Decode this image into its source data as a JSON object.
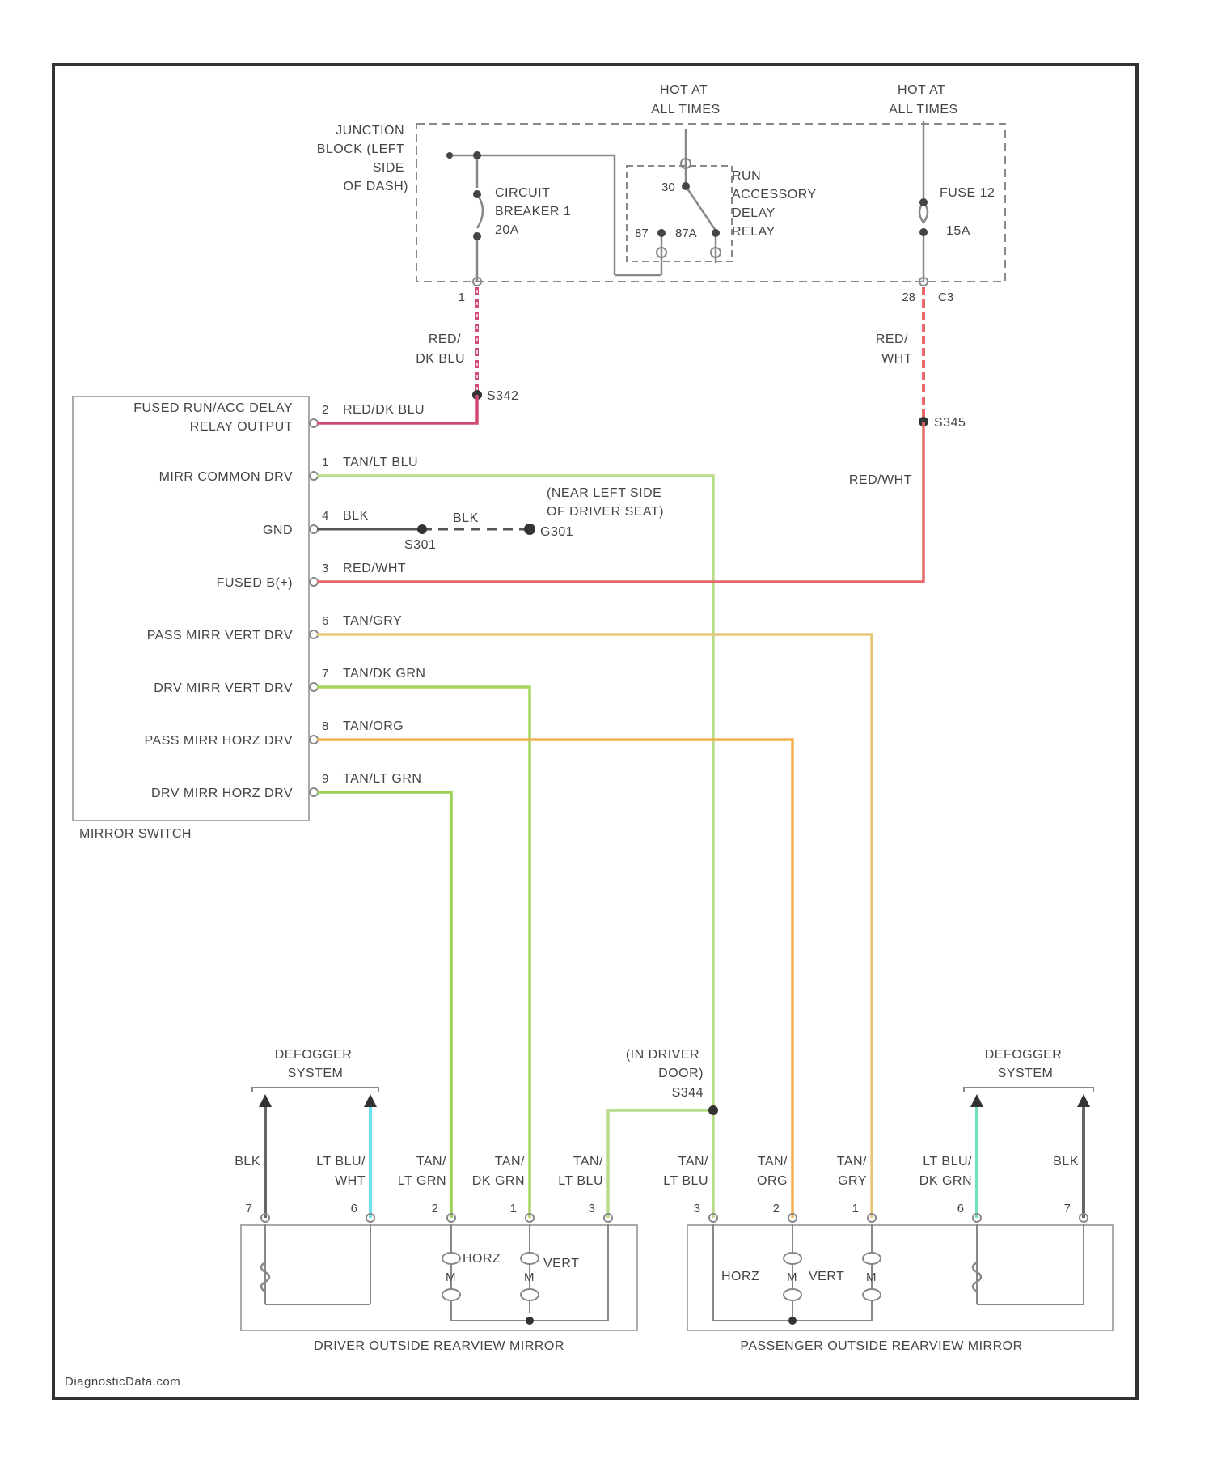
{
  "colors": {
    "frame": "#333333",
    "component": "#888888",
    "red_blu": "#d04a74",
    "lt_blu": "#b8dc8a",
    "blk": "#555555",
    "red_wht": "#e86868",
    "gry": "#e8c878",
    "dk_grn": "#a8d460",
    "org": "#f0b050",
    "lt_grn": "#9ad050",
    "wht_cyan": "#70e0f0",
    "dkgrn_cyan": "#70e0c0"
  },
  "junction": {
    "label": [
      "JUNCTION",
      "BLOCK (LEFT",
      "SIDE",
      "OF DASH)"
    ],
    "hot1": [
      "HOT AT",
      "ALL TIMES"
    ],
    "hot2": [
      "HOT AT",
      "ALL TIMES"
    ],
    "cb": [
      "CIRCUIT",
      "BREAKER 1",
      "20A"
    ],
    "relay": [
      "RUN",
      "ACCESSORY",
      "DELAY",
      "RELAY"
    ],
    "relay_p30": "30",
    "relay_p87": "87",
    "relay_p87a": "87A",
    "fuse": [
      "FUSE 12",
      "15A"
    ],
    "pin_c1": "1",
    "pin_c3a": "28",
    "pin_c3b": "C3"
  },
  "upper_wires": {
    "red_dkblu": [
      "RED/",
      "DK BLU"
    ],
    "red_wht": [
      "RED/",
      "WHT"
    ],
    "splice1": "S342",
    "splice2": "S345",
    "red_wht_long": "RED/WHT"
  },
  "switch": {
    "title": "MIRROR SWITCH",
    "pins": [
      {
        "label": [
          "FUSED RUN/ACC DELAY",
          "RELAY OUTPUT"
        ],
        "pin": "2",
        "wire": "RED/DK BLU"
      },
      {
        "label": [
          "MIRR COMMON DRV"
        ],
        "pin": "1",
        "wire": "TAN/LT BLU"
      },
      {
        "label": [
          "GND"
        ],
        "pin": "4",
        "wire": "BLK"
      },
      {
        "label": [
          "FUSED B(+)"
        ],
        "pin": "3",
        "wire": "RED/WHT"
      },
      {
        "label": [
          "PASS MIRR VERT DRV"
        ],
        "pin": "6",
        "wire": "TAN/GRY"
      },
      {
        "label": [
          "DRV MIRR VERT DRV"
        ],
        "pin": "7",
        "wire": "TAN/DK GRN"
      },
      {
        "label": [
          "PASS MIRR HORZ DRV"
        ],
        "pin": "8",
        "wire": "TAN/ORG"
      },
      {
        "label": [
          "DRV MIRR HORZ DRV"
        ],
        "pin": "9",
        "wire": "TAN/LT GRN"
      }
    ],
    "gnd_blk": "BLK",
    "gnd_splice": "S301",
    "ground_note": [
      "(NEAR LEFT SIDE",
      "OF DRIVER SEAT)"
    ],
    "ground_id": "G301"
  },
  "lower": {
    "defog_left": [
      "DEFOGGER",
      "SYSTEM"
    ],
    "defog_right": [
      "DEFOGGER",
      "SYSTEM"
    ],
    "door_note": [
      "(IN DRIVER",
      "DOOR)"
    ],
    "door_splice": "S344",
    "driver_mirror": {
      "title": "DRIVER OUTSIDE REARVIEW MIRROR",
      "horz": "HORZ",
      "vert": "VERT",
      "m": "M",
      "wires": [
        {
          "color": [
            "BLK"
          ],
          "pin": "7"
        },
        {
          "color": [
            "LT BLU/",
            "WHT"
          ],
          "pin": "6"
        },
        {
          "color": [
            "TAN/",
            "LT GRN"
          ],
          "pin": "2"
        },
        {
          "color": [
            "TAN/",
            "DK GRN"
          ],
          "pin": "1"
        },
        {
          "color": [
            "TAN/",
            "LT BLU"
          ],
          "pin": "3"
        }
      ]
    },
    "passenger_mirror": {
      "title": "PASSENGER OUTSIDE REARVIEW MIRROR",
      "horz": "HORZ",
      "vert": "VERT",
      "m": "M",
      "wires": [
        {
          "color": [
            "TAN/",
            "LT BLU"
          ],
          "pin": "3"
        },
        {
          "color": [
            "TAN/",
            "ORG"
          ],
          "pin": "2"
        },
        {
          "color": [
            "TAN/",
            "GRY"
          ],
          "pin": "1"
        },
        {
          "color": [
            "LT BLU/",
            "DK GRN"
          ],
          "pin": "6"
        },
        {
          "color": [
            "BLK"
          ],
          "pin": "7"
        }
      ]
    }
  },
  "watermark": "DiagnosticData.com"
}
